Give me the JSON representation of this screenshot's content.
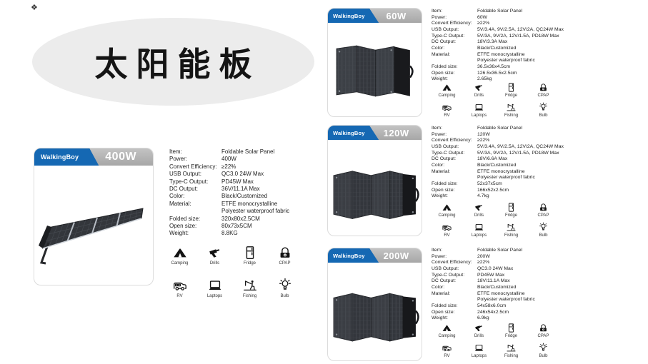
{
  "logo_mark": "❖",
  "page_title": "太阳能板",
  "brand": "WalkingBoy",
  "colors": {
    "brand_blue": "#1568b3",
    "banner_gray": "#b0b0b0",
    "title_ellipse": "#ececec"
  },
  "usage_icons": [
    {
      "icon": "camping-icon",
      "label": "Camping"
    },
    {
      "icon": "drill-icon",
      "label": "Drills"
    },
    {
      "icon": "fridge-icon",
      "label": "Fridge"
    },
    {
      "icon": "cpap-icon",
      "label": "CPAP"
    },
    {
      "icon": "rv-icon",
      "label": "RV"
    },
    {
      "icon": "laptop-icon",
      "label": "Laptops"
    },
    {
      "icon": "fishing-icon",
      "label": "Fishing"
    },
    {
      "icon": "bulb-icon",
      "label": "Bulb"
    }
  ],
  "products": [
    {
      "wattage": "400W",
      "specs": [
        {
          "label": "Item:",
          "value": "Foldable Solar Panel"
        },
        {
          "label": "Power:",
          "value": "400W"
        },
        {
          "label": "Convert Efficiency:",
          "value": "≥22%"
        },
        {
          "label": "USB Output:",
          "value": "QC3.0 24W Max"
        },
        {
          "label": "Type-C Output:",
          "value": "PD45W Max"
        },
        {
          "label": "DC Output:",
          "value": "36V/11.1A Max"
        },
        {
          "label": "Color:",
          "value": "Black/Customized"
        },
        {
          "label": "Material:",
          "value": "ETFE monocrystalline"
        },
        {
          "label": "",
          "value": "Polyester waterproof fabric"
        },
        {
          "label": "Folded size:",
          "value": "320x80x2.5CM"
        },
        {
          "label": "Open size:",
          "value": "80x73x5CM"
        },
        {
          "label": "Weight:",
          "value": "8.8KG"
        }
      ]
    },
    {
      "wattage": "60W",
      "specs": [
        {
          "label": "Item:",
          "value": "Foldable Solar Panel"
        },
        {
          "label": "Power:",
          "value": "60W"
        },
        {
          "label": "Convert Efficiency:",
          "value": "≥22%"
        },
        {
          "label": "USB Output:",
          "value": "5V/3.4A, 9V/2.5A, 12V/2A, QC24W Max"
        },
        {
          "label": "Type-C Output:",
          "value": "5V/3A, 9V/2A, 12V/1.5A, PD18W Max"
        },
        {
          "label": "DC Output:",
          "value": "18V/3.3A Max"
        },
        {
          "label": "Color:",
          "value": "Black/Customized"
        },
        {
          "label": "Material:",
          "value": "ETFE monocrystalline"
        },
        {
          "label": "",
          "value": "Polyester waterproof fabric"
        },
        {
          "label": "Folded size:",
          "value": "36.5x36x4.5cm"
        },
        {
          "label": "Open size:",
          "value": "126.5x36.5x2.5cm"
        },
        {
          "label": "Weight:",
          "value": "2.65kg"
        }
      ]
    },
    {
      "wattage": "120W",
      "specs": [
        {
          "label": "Item:",
          "value": "Foldable Solar Panel"
        },
        {
          "label": "Power:",
          "value": "120W"
        },
        {
          "label": "Convert Efficiency:",
          "value": "≥22%"
        },
        {
          "label": "USB Output:",
          "value": "5V/3.4A, 9V/2.5A, 12V/2A, QC24W Max"
        },
        {
          "label": "Type-C Output:",
          "value": "5V/3A, 9V/2A, 12V/1.5A, PD18W Max"
        },
        {
          "label": "DC Output:",
          "value": "18V/6.6A Max"
        },
        {
          "label": "Color:",
          "value": "Black/Customized"
        },
        {
          "label": "Material:",
          "value": "ETFE monocrystalline"
        },
        {
          "label": "",
          "value": "Polyester waterproof fabric"
        },
        {
          "label": "Folded size:",
          "value": "52x37x5cm"
        },
        {
          "label": "Open size:",
          "value": "166x52x2.5cm"
        },
        {
          "label": "Weight:",
          "value": "4.7kg"
        }
      ]
    },
    {
      "wattage": "200W",
      "specs": [
        {
          "label": "Item:",
          "value": "Foldable Solar Panel"
        },
        {
          "label": "Power:",
          "value": "200W"
        },
        {
          "label": "Convert Efficiency:",
          "value": "≥22%"
        },
        {
          "label": "USB Output:",
          "value": "QC3.0 24W Max"
        },
        {
          "label": "Type-C Output:",
          "value": "PD45W Max"
        },
        {
          "label": "DC Output:",
          "value": "18V/11.1A Max"
        },
        {
          "label": "Color:",
          "value": "Black/Customized"
        },
        {
          "label": "Material:",
          "value": "ETFE monocrystalline"
        },
        {
          "label": "",
          "value": "Polyester waterproof fabric"
        },
        {
          "label": "Folded size:",
          "value": "54x58x6.0cm"
        },
        {
          "label": "Open size:",
          "value": "246x54x2.5cm"
        },
        {
          "label": "Weight:",
          "value": "6.9kg"
        }
      ]
    }
  ]
}
